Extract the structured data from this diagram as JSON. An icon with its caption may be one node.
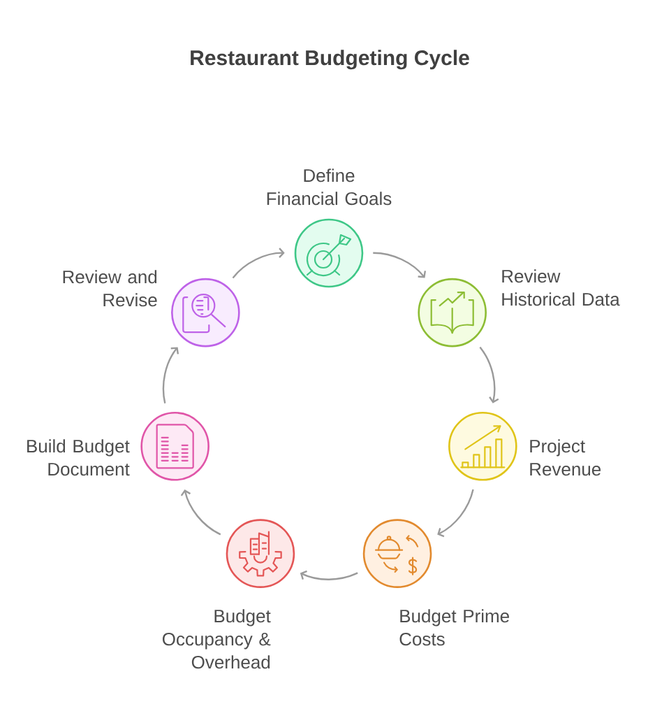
{
  "diagram": {
    "title": "Restaurant Budgeting Cycle",
    "nodes": [
      {
        "text": [
          "Define Financial Goals"
        ]
      },
      {
        "text": [
          "Review Historical Data"
        ]
      },
      {
        "text": [
          "Project Revenue"
        ]
      },
      {
        "text": [
          "Budget Prime Costs"
        ]
      },
      {
        "text": [
          "Budget Occupancy & Overhead"
        ]
      },
      {
        "text": [
          "Build Budget Document"
        ]
      },
      {
        "text": [
          "Review and Revise"
        ]
      }
    ],
    "edges": [
      {
        "from": 0,
        "to": 1,
        "arrow": "to"
      },
      {
        "from": 1,
        "to": 2,
        "arrow": "to"
      },
      {
        "from": 2,
        "to": 3,
        "arrow": "to"
      },
      {
        "from": 3,
        "to": 4,
        "arrow": "to"
      },
      {
        "from": 4,
        "to": 5,
        "arrow": "to"
      },
      {
        "from": 5,
        "to": 6,
        "arrow": "to"
      },
      {
        "from": 6,
        "to": 0,
        "arrow": "to"
      }
    ]
  }
}
